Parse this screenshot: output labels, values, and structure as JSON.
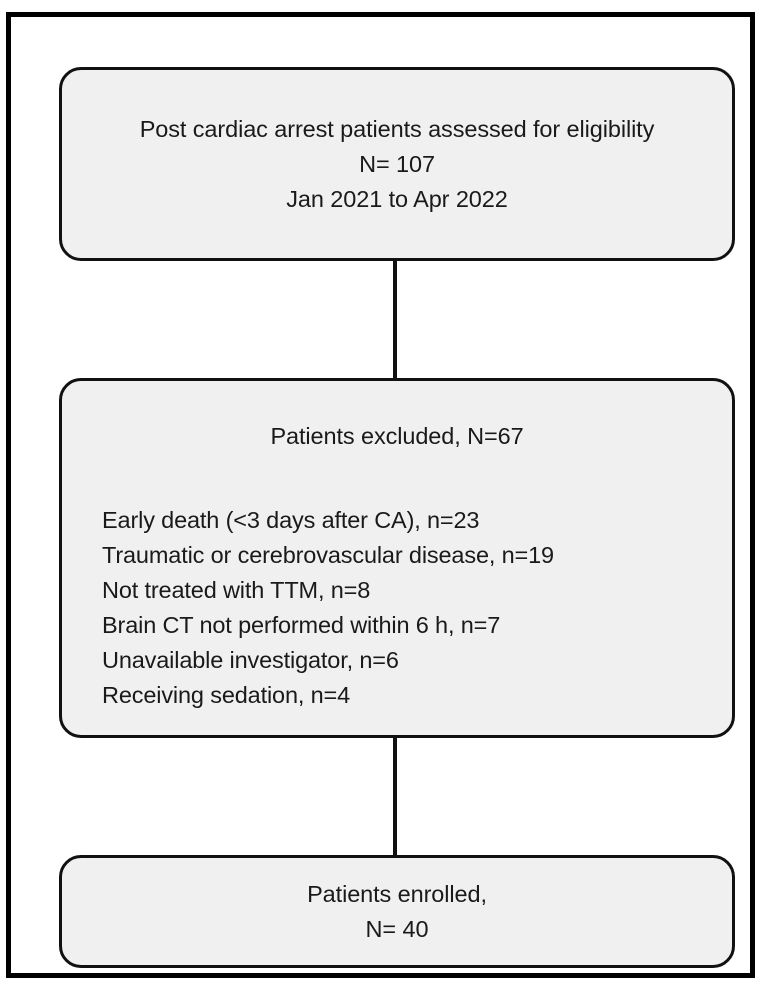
{
  "figure": {
    "type": "participant-flow-diagram",
    "frame_color": "#000000",
    "box_fill": "#f0f0f0",
    "box_border": "#111111",
    "text_color": "#1a1a1a"
  },
  "boxes": {
    "assessed": {
      "name": "post-cardiac-arrest-assessed",
      "line1": "Post cardiac arrest patients assessed for eligibility",
      "line2": "N= 107",
      "line3": "Jan 2021 to Apr 2022",
      "count": 107,
      "period": "Jan 2021 to Apr 2022"
    },
    "excluded": {
      "name": "patients-excluded",
      "heading": "Patients excluded, N=67",
      "total": 67,
      "reasons": [
        {
          "label": "Early death (<3 days after CA), n=23",
          "reason": "Early death (<3 days after CA)",
          "n": 23
        },
        {
          "label": "Traumatic or cerebrovascular disease, n=19",
          "reason": "Traumatic or cerebrovascular disease",
          "n": 19
        },
        {
          "label": "Not treated with TTM, n=8",
          "reason": "Not treated with TTM",
          "n": 8
        },
        {
          "label": "Brain CT not performed within 6 h, n=7",
          "reason": "Brain CT not performed within 6 h",
          "n": 7
        },
        {
          "label": "Unavailable investigator, n=6",
          "reason": "Unavailable investigator",
          "n": 6
        },
        {
          "label": "Receiving sedation, n=4",
          "reason": "Receiving sedation",
          "n": 4
        }
      ]
    },
    "enrolled": {
      "name": "patients-enrolled",
      "line1": "Patients enrolled,",
      "line2": "N= 40",
      "count": 40
    }
  }
}
